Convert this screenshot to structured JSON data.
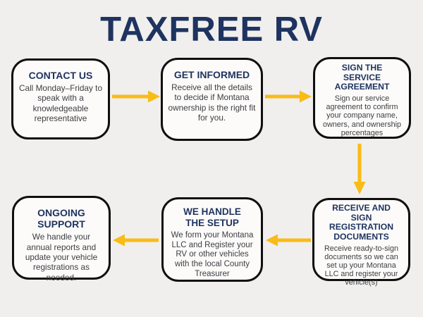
{
  "title": "TAXFREE RV",
  "colors": {
    "background": "#f0efed",
    "box_fill": "#fcfbfa",
    "box_border": "#0f0f0f",
    "heading": "#1e335f",
    "body_text": "#3d3e42",
    "arrow": "#f9bb16"
  },
  "steps": [
    {
      "id": "contact-us",
      "heading": "CONTACT US",
      "body": "Call Monday–Friday to speak with a knowledgeable representative"
    },
    {
      "id": "get-informed",
      "heading": "GET INFORMED",
      "body": "Receive all the details to decide if Montana ownership is the right fit for you."
    },
    {
      "id": "sign-the-service-agreement",
      "heading": "SIGN THE SERVICE AGREEMENT",
      "body": "Sign our service agreement to confirm your company name, owners, and ownership percentages"
    },
    {
      "id": "receive-and-sign-registration-documents",
      "heading": "RECEIVE AND SIGN REGISTRATION DOCUMENTS",
      "body": "Receive ready-to-sign documents so we can set up your Montana LLC and register your vehicle(s)"
    },
    {
      "id": "we-handle-the-setup",
      "heading": "WE HANDLE THE SETUP",
      "body": "We form your Montana LLC and Register your RV or other vehicles with the local County Treasurer"
    },
    {
      "id": "ongoing-support",
      "heading": "ONGOING SUPPORT",
      "body": "We handle your annual reports and update your vehicle registrations as needed."
    }
  ],
  "connections": [
    {
      "from": "CONTACT US",
      "to": "GET INFORMED",
      "direction": "right"
    },
    {
      "from": "GET INFORMED",
      "to": "SIGN THE SERVICE AGREEMENT",
      "direction": "right"
    },
    {
      "from": "SIGN THE SERVICE AGREEMENT",
      "to": "RECEIVE AND SIGN REGISTRATION DOCUMENTS",
      "direction": "down"
    },
    {
      "from": "RECEIVE AND SIGN REGISTRATION DOCUMENTS",
      "to": "WE HANDLE THE SETUP",
      "direction": "left"
    },
    {
      "from": "WE HANDLE THE SETUP",
      "to": "ONGOING SUPPORT",
      "direction": "left"
    }
  ]
}
